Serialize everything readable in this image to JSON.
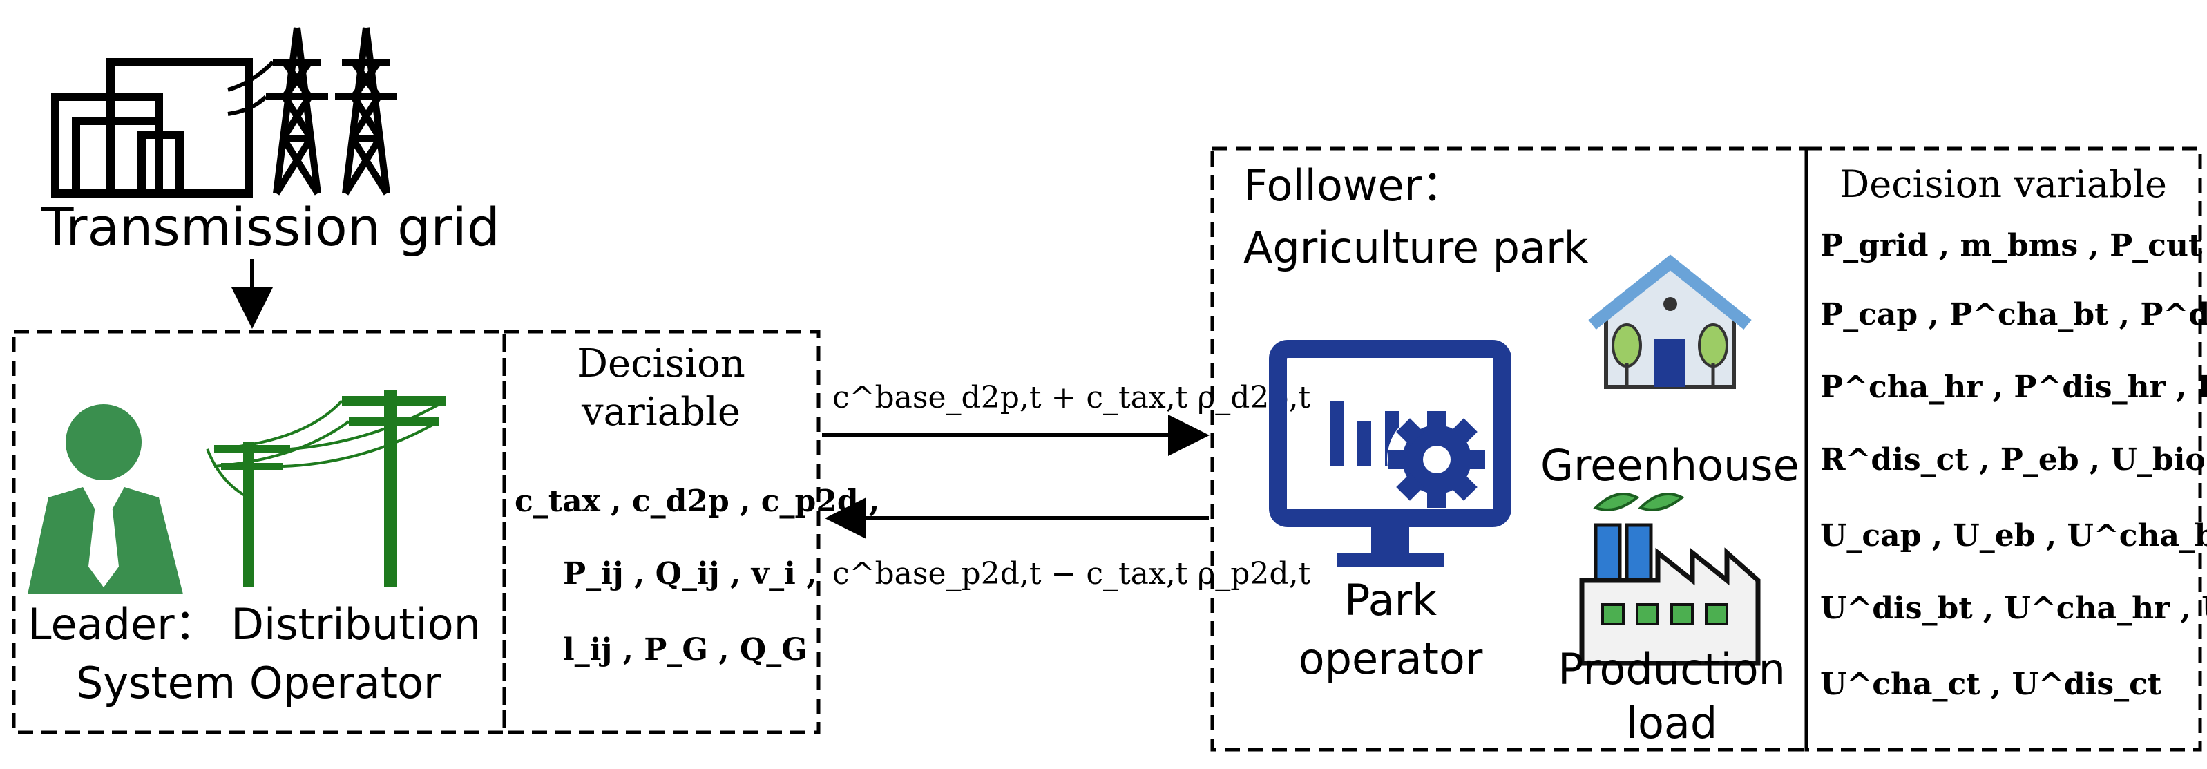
{
  "transmission": {
    "label": "Transmission grid"
  },
  "leader": {
    "line1": "Leader： Distribution",
    "line2": "System Operator",
    "decision_title_1": "Decision",
    "decision_title_2": "variable",
    "vars": [
      "c_tax , c_d2p , c_p2d ,",
      "P_ij , Q_ij , v_i ,",
      "l_ij , P_G , Q_G"
    ]
  },
  "arrows": {
    "top_label": "c^base_d2p,t + c_tax,t ρ_d2p,t",
    "bottom_label": "c^base_p2d,t − c_tax,t ρ_p2d,t"
  },
  "follower": {
    "line1": "Follower：",
    "line2": "Agriculture park",
    "park_operator_1": "Park",
    "park_operator_2": "operator",
    "greenhouse": "Greenhouse",
    "production_1": "Production",
    "production_2": "load"
  },
  "follower_vars": {
    "title": "Decision variable",
    "rows": [
      "P_grid , m_bms , P_cut ,",
      "P_cap , P^cha_bt , P^dis_bt ,",
      "P^cha_hr , P^dis_hr , R^cha_ct ,",
      "R^dis_ct , P_eb , U_bio ,",
      "U_cap , U_eb , U^cha_bt ,",
      "U^dis_bt , U^cha_hr , U^dis_hr ,",
      "U^cha_ct , U^dis_ct"
    ]
  },
  "colors": {
    "leader_green": "#3a8f4e",
    "pole_green": "#1e7a1e",
    "monitor_blue": "#1f3a93",
    "greenhouse_blue": "#6aa3d8",
    "factory_blue": "#2e7bd1",
    "leaf_green": "#4caf50"
  },
  "icons": [
    "building-icon",
    "tower-icon",
    "leader-person-icon",
    "power-pole-icon",
    "monitor-gear-icon",
    "greenhouse-icon",
    "factory-icon"
  ]
}
